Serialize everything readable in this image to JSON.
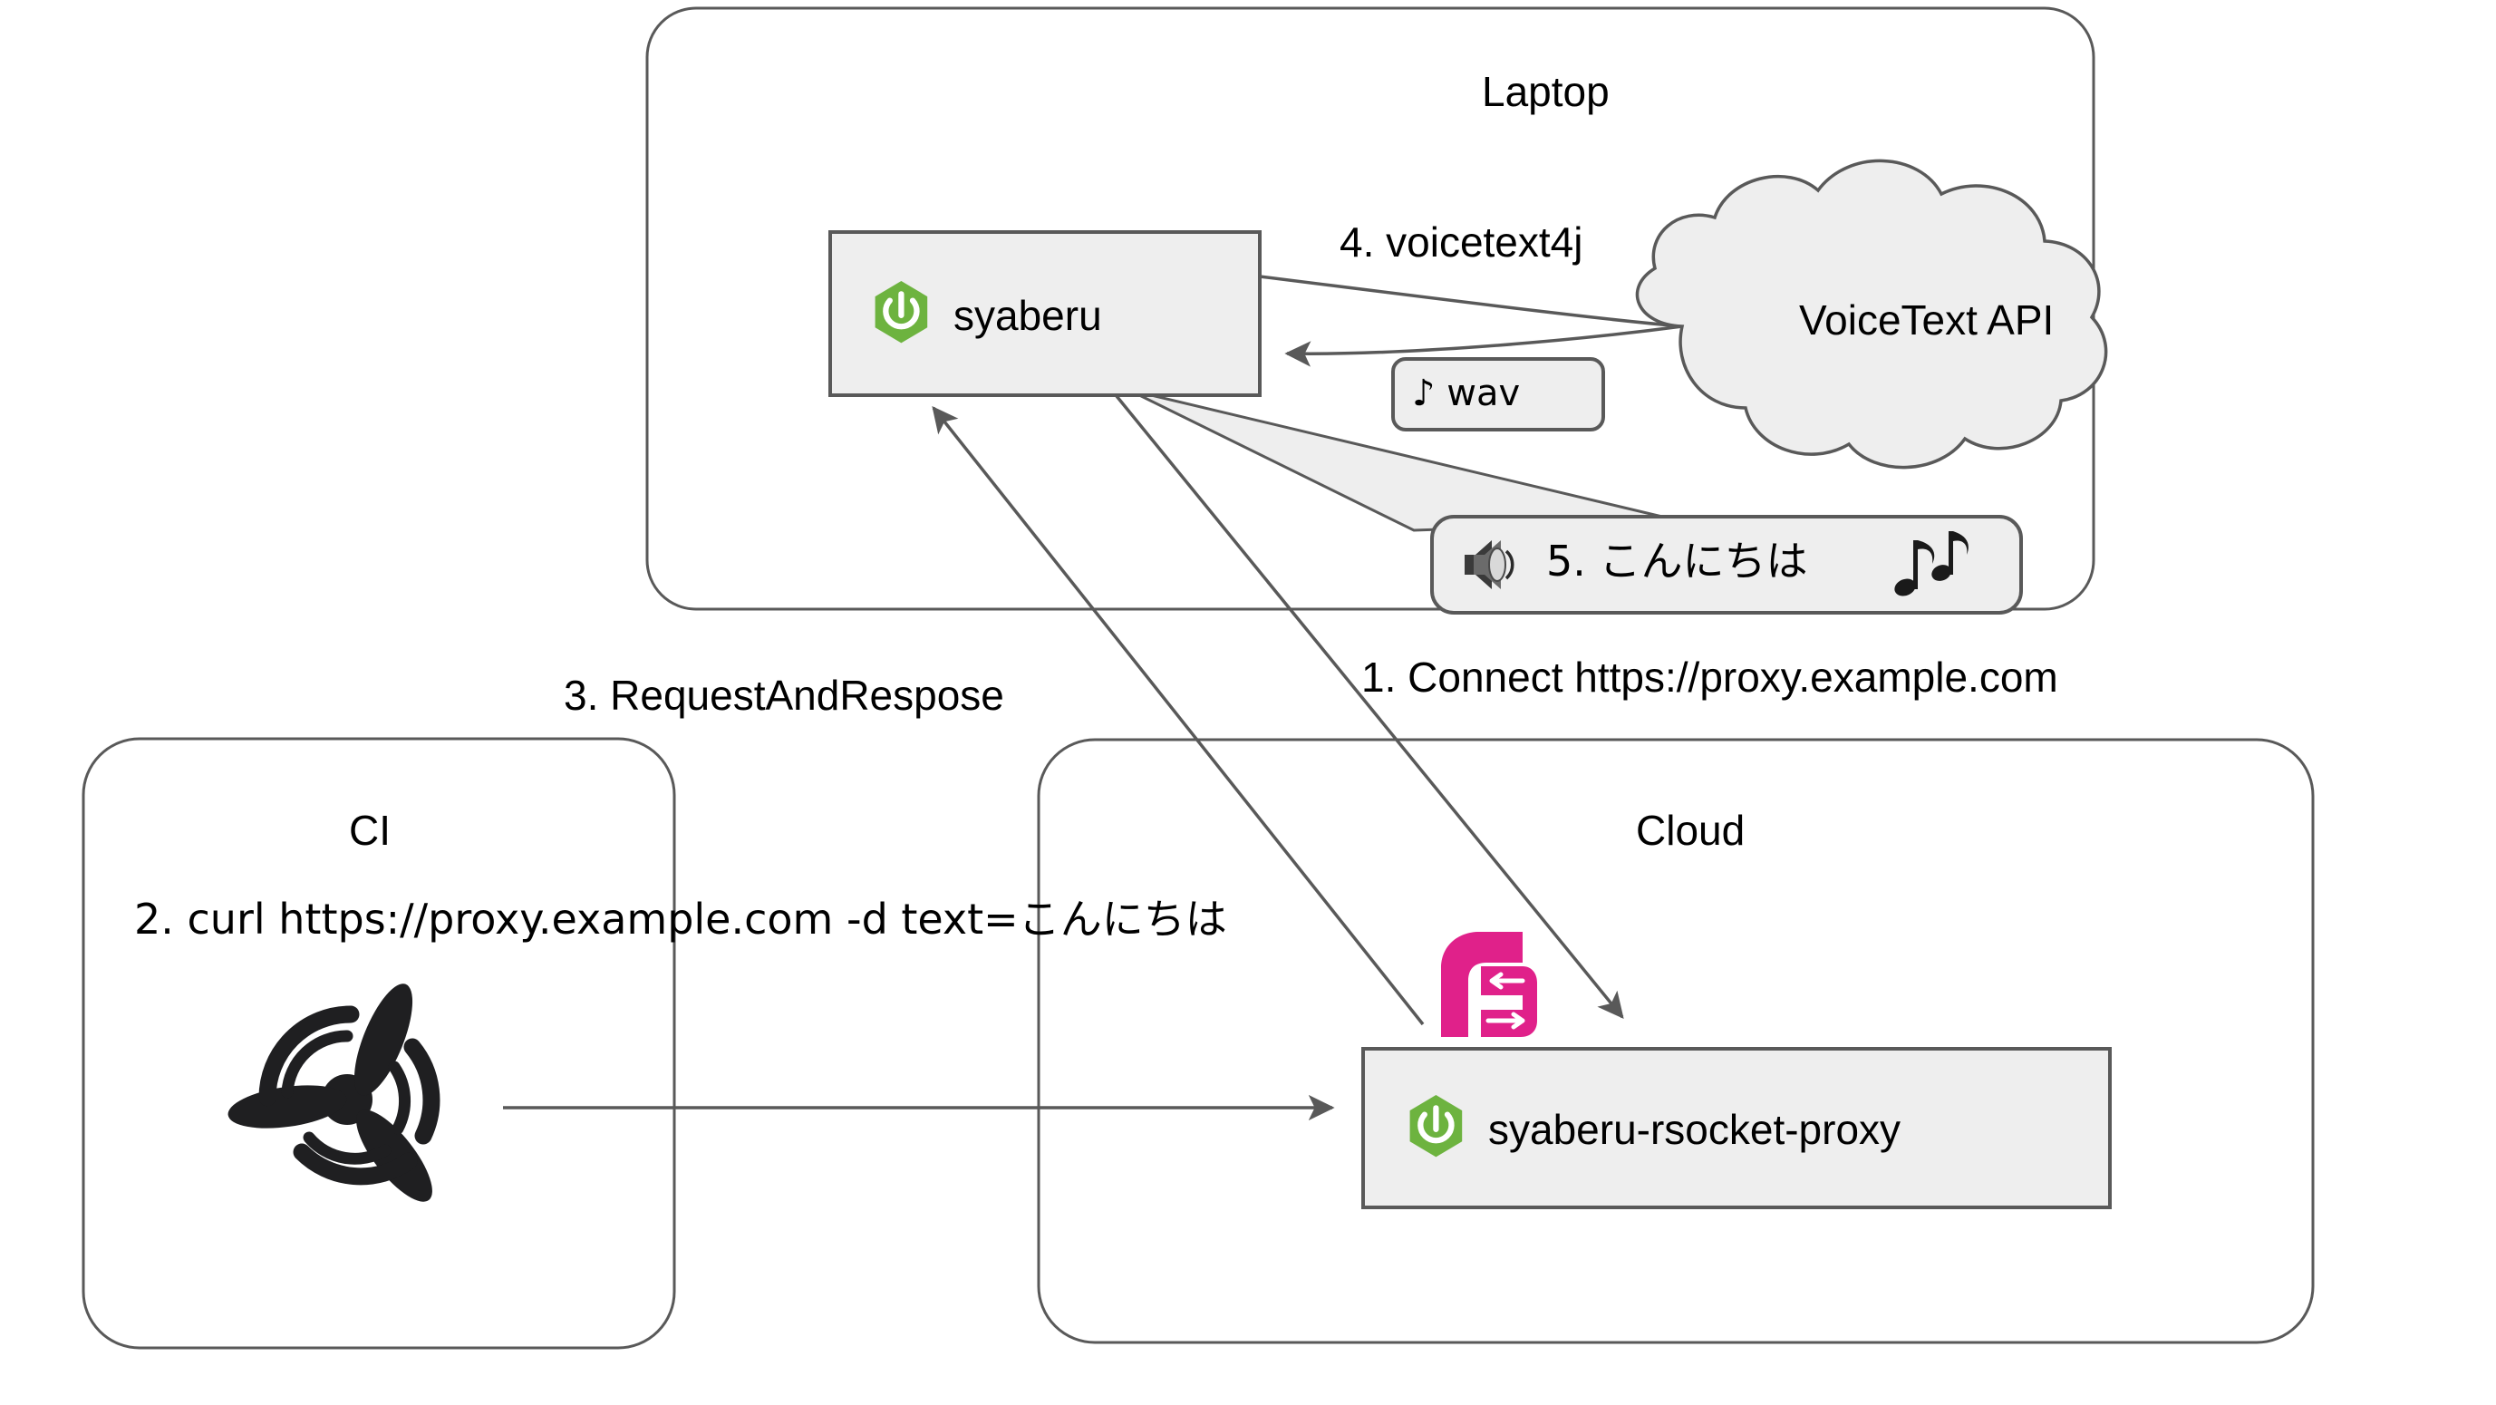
{
  "diagram": {
    "title": "syaberu rsocket proxy architecture",
    "background": "#ffffff",
    "stroke": "#595959",
    "node_fill": "#eeeeee",
    "accent_spring": "#6db33f",
    "accent_rsocket": "#e0218a"
  },
  "containers": [
    {
      "id": "laptop",
      "title": "Laptop"
    },
    {
      "id": "ci",
      "title": "CI"
    },
    {
      "id": "cloud",
      "title": "Cloud"
    }
  ],
  "nodes": [
    {
      "id": "syaberu",
      "label": "syaberu",
      "icon": "spring-boot-icon"
    },
    {
      "id": "proxy",
      "label": "syaberu-rsocket-proxy",
      "icon": "spring-boot-icon"
    },
    {
      "id": "voicetext",
      "label": "VoiceText API",
      "shape": "cloud"
    },
    {
      "id": "wav",
      "label": "♪ wav",
      "shape": "rounded-box"
    },
    {
      "id": "concourse",
      "label": "",
      "icon": "concourse-propeller-icon"
    },
    {
      "id": "rsocket",
      "label": "",
      "icon": "rsocket-logo-icon"
    }
  ],
  "callout": {
    "speaker_icon": "speaker-icon",
    "text": "5. こんにちは",
    "notes_icon": "♫♪"
  },
  "edges": [
    {
      "id": "e1",
      "label": "1.  Connect https://proxy.example.com"
    },
    {
      "id": "e2",
      "label": "2. curl https://proxy.example.com -d text=こんにちは"
    },
    {
      "id": "e3",
      "label": "3. RequestAndRespose"
    },
    {
      "id": "e4",
      "label": "4. voicetext4j"
    }
  ],
  "wav": {
    "label": "♪ wav"
  }
}
